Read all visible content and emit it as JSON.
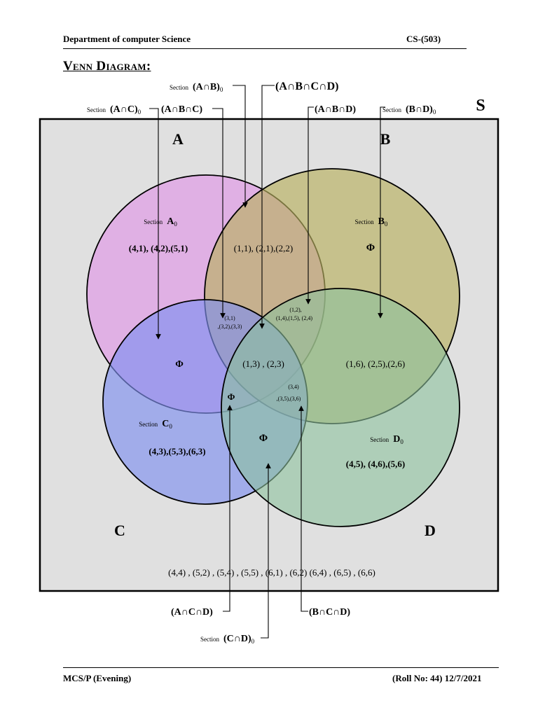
{
  "header": {
    "department": "Department of computer Science",
    "course": "CS-(503)"
  },
  "title": "Venn Diagram:",
  "footer": {
    "program": "MCS/P (Evening)",
    "roll": "(Roll No: 44)  12/7/2021"
  },
  "universal_label": "S",
  "set_labels": {
    "A": "A",
    "B": "B",
    "C": "C",
    "D": "D"
  },
  "colors": {
    "A": "#e0a0e6",
    "B": "#c2bb73",
    "C": "#8fa2f2",
    "D": "#98c8a8",
    "universe": "#e0e0e0"
  },
  "regions": {
    "a_only": "(4,1), (4,2),(5,1)",
    "ab_only": "(1,1), (2,1),(2,2)",
    "abc_1": "(3,1)",
    "abc_2": ",(3,2),(3,3)",
    "abd_1": "(1,2),",
    "abd_2": "(1,4),(1,5), (2,4)",
    "ac_only": "Φ",
    "abcd": "(1,3) , (2,3)",
    "bd_only": "(1,6), (2,5),(2,6)",
    "b_only": "Φ",
    "bcd_1": "(3,4)",
    "bcd_2": ",(3,5),(3,6)",
    "acd": "Φ",
    "cd_only": "Φ",
    "c_only": "(4,3),(5,3),(6,3)",
    "d_only": "(4,5), (4,6),(5,6)",
    "outside": "(4,4) , (5,2) , (5,4) , (5,5)  , (6,1) , (6,2) (6,4) , (6,5) , (6,6)"
  },
  "section_labels": {
    "section_word": "Section",
    "a0_letter": "A",
    "b0_letter": "B",
    "c0_letter": "C",
    "d0_letter": "D",
    "sub0": "0"
  },
  "callouts": {
    "ab0": "(A∩B)",
    "ac0": "(A∩C)",
    "abc": "(A∩B∩C)",
    "abcd": "(A∩B∩C∩D)",
    "abd": "(A∩B∩D)",
    "bd0": "(B∩D)",
    "acd": "(A∩C∩D)",
    "bcd": "(B∩C∩D)",
    "cd0": "(C∩D)"
  }
}
